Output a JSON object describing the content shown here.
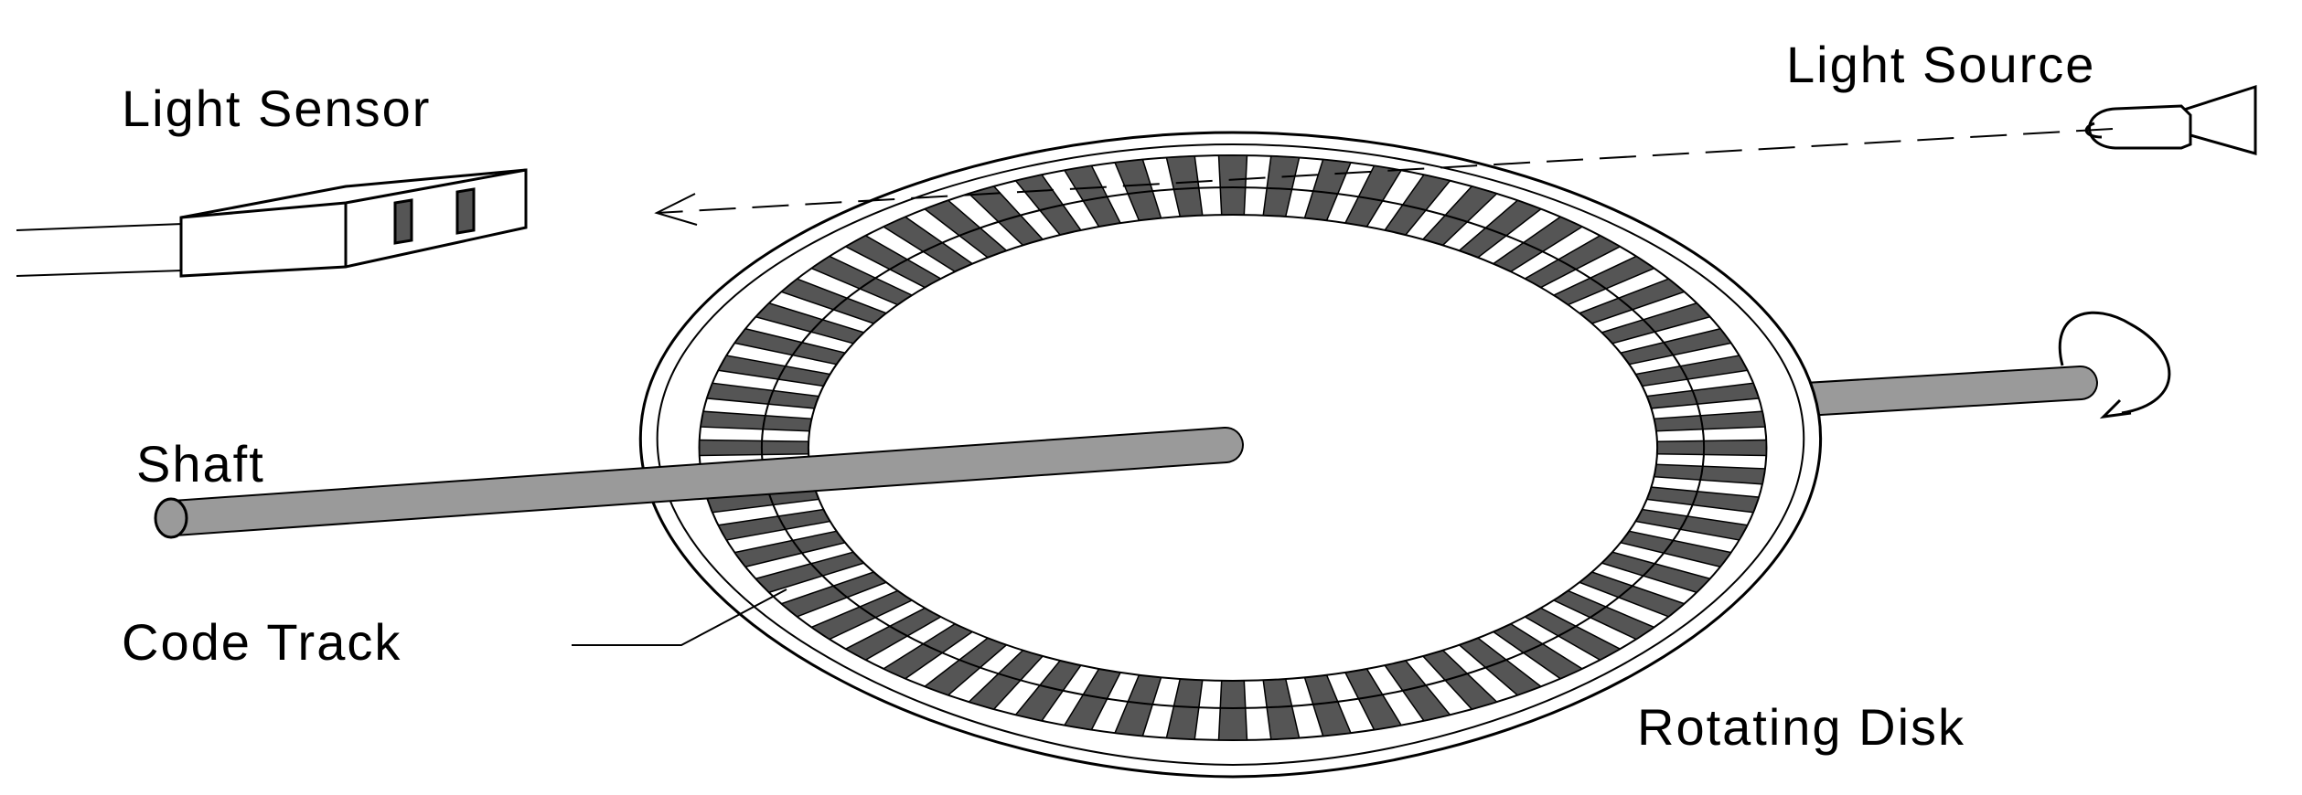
{
  "labels": {
    "light_source": "Light Source",
    "light_sensor": "Light Sensor",
    "shaft": "Shaft",
    "code_track": "Code Track",
    "rotating_disk": "Rotating Disk"
  },
  "colors": {
    "stroke": "#000000",
    "segment": "#555555",
    "shaft": "#9a9a9a",
    "background": "#ffffff"
  },
  "code_track": {
    "segment_count": 64
  },
  "icons": [
    "rotation-arrow-icon",
    "light-beam-arrow-icon"
  ]
}
